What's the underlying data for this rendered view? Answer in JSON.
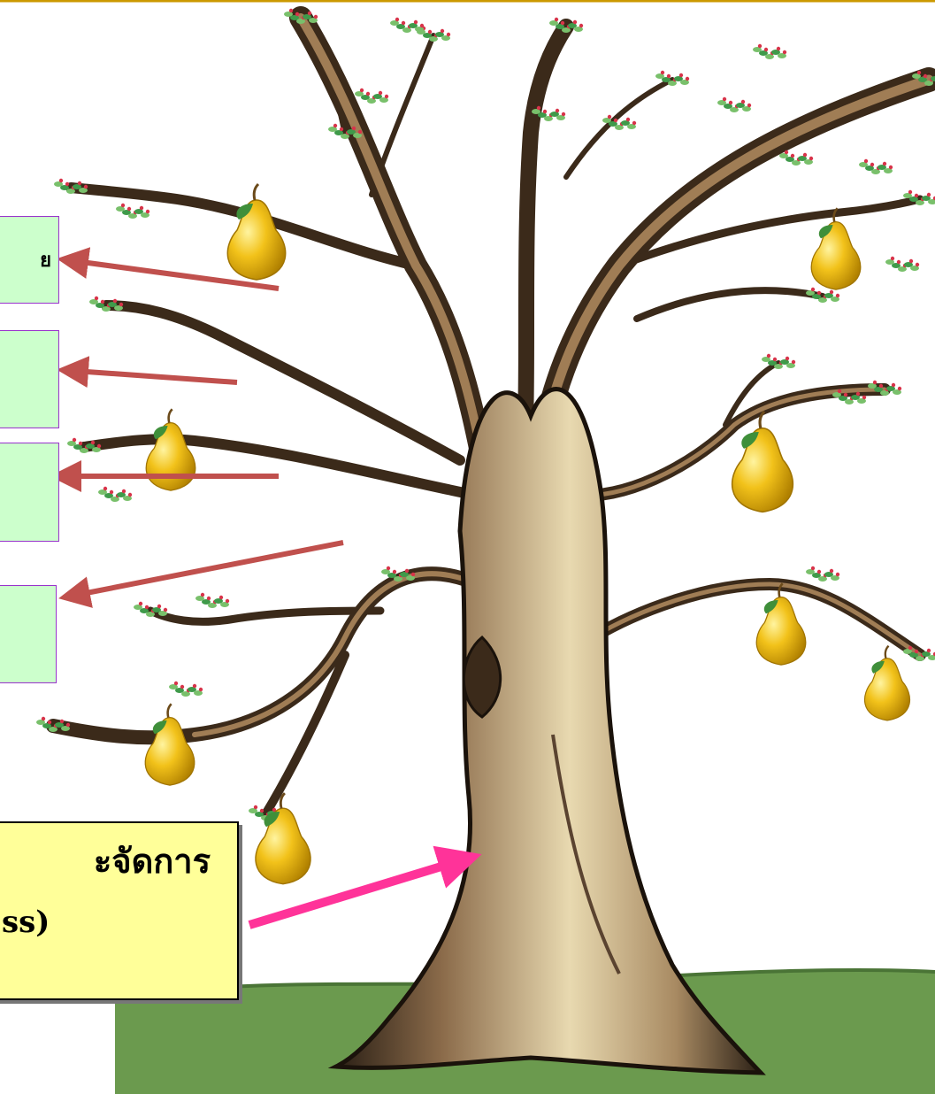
{
  "labels": {
    "box1": "ย",
    "box2": "",
    "box3": "",
    "box4": ""
  },
  "callout": {
    "line1": "ะจัดการ",
    "line2": "ss)"
  },
  "colors": {
    "sky": "#ffffff",
    "border_gold": "#cc9900",
    "ground": "#6b9a4e",
    "trunk": "#8b6b4a",
    "trunk_dark": "#2a1f15",
    "trunk_light": "#e8d9b0",
    "pear": "#f2c21a",
    "arrow_red": "#c0504d",
    "arrow_pink": "#ff3399",
    "label_fill": "#ccffcc",
    "label_border": "#9933cc",
    "callout_fill": "#ffff99"
  },
  "icons": [
    "pear-icon",
    "leaf-icon",
    "tree-illustration",
    "arrow"
  ]
}
